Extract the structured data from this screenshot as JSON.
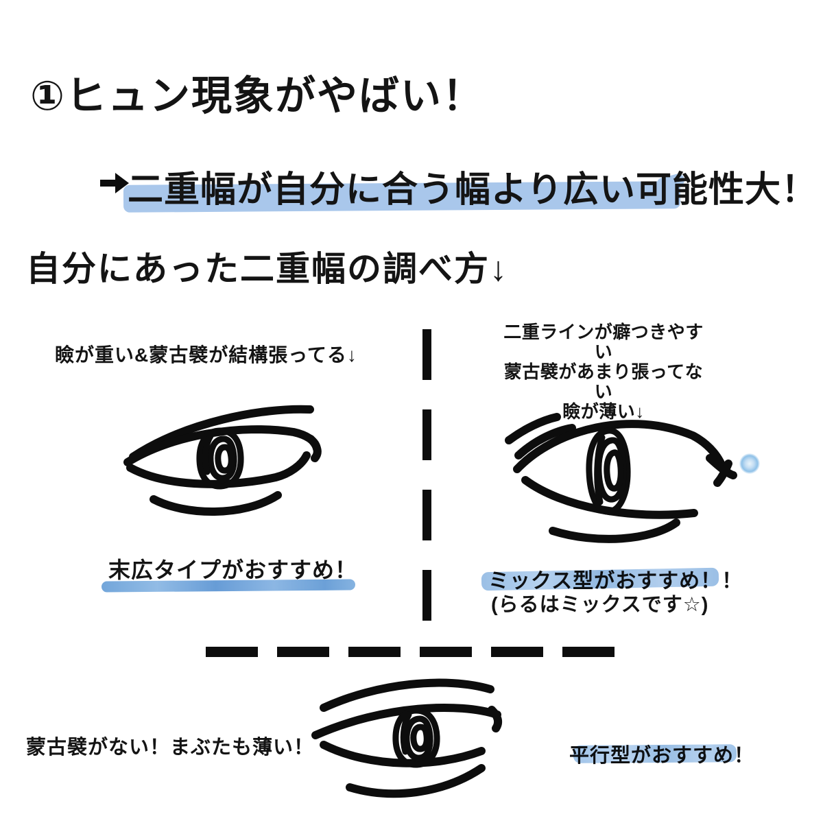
{
  "page": {
    "title": "①ヒュン現象がやばい！",
    "subtitle": "二重幅が自分に合う幅より広い可能性大！",
    "section_heading": "自分にあった二重幅の調べ方↓"
  },
  "quadrants": {
    "left": {
      "condition": "瞼が重い&蒙古襞が結構張ってる↓",
      "recommendation": "末広タイプがおすすめ！"
    },
    "right": {
      "condition_lines": [
        "二重ラインが癖つきやすい",
        "蒙古襞があまり張ってない",
        "瞼が薄い↓"
      ],
      "recommendation": "ミックス型がおすすめ！！",
      "note": "(らるはミックスです☆)"
    },
    "bottom": {
      "condition": "蒙古襞がない！まぶたも薄い！",
      "recommendation": "平行型がおすすめ！"
    }
  },
  "icons": {
    "right_arrow": "➡",
    "down_arrow": "↓"
  },
  "colors": {
    "ink": "#0d0d0d",
    "text": "#141414",
    "highlight_soft": "#a9c7eb",
    "highlight_streak": "#6ba1d8",
    "dot_blue": "#8fc1e8"
  }
}
